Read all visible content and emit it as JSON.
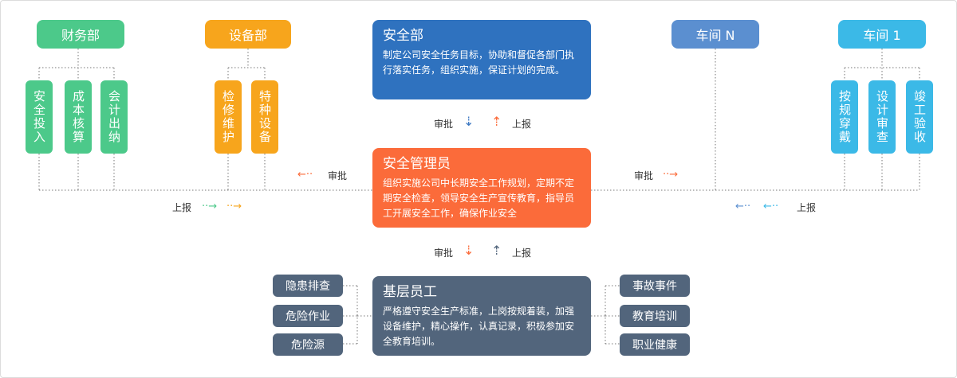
{
  "top": {
    "finance": {
      "title": "财务部",
      "items": [
        "安全投入",
        "成本核算",
        "会计出纳"
      ]
    },
    "equipment": {
      "title": "设备部",
      "items": [
        "检修维护",
        "特种设备"
      ]
    },
    "workshop_n": {
      "title": "车间 N"
    },
    "workshop_1": {
      "title": "车间 1",
      "items": [
        "按规穿戴",
        "设计审查",
        "竣工验收"
      ]
    }
  },
  "cards": {
    "safety_dept": {
      "title": "安全部",
      "desc": "制定公司安全任务目标，协助和督促各部门执行落实任务，组织实施，保证计划的完成。"
    },
    "safety_manager": {
      "title": "安全管理员",
      "desc": "组织实施公司中长期安全工作规划，定期不定期安全检查，领导安全生产宣传教育，指导员工开展安全工作，确保作业安全"
    },
    "staff": {
      "title": "基层员工",
      "desc": "严格遵守安全生产标准，上岗按规着装，加强设备维护，精心操作，认真记录，积极参加安全教育培训。"
    }
  },
  "labels": {
    "approve": "审批",
    "report": "上报"
  },
  "left_tags": [
    "隐患排查",
    "危险作业",
    "危险源"
  ],
  "right_tags": [
    "事故事件",
    "教育培训",
    "职业健康"
  ],
  "colors": {
    "green": "#4cc98a",
    "orange": "#f7a51c",
    "sky_blue": "#3bb9e7",
    "slate_blue": "#5b8fd0",
    "card_blue": "#2f72bf",
    "card_red": "#fb6b3a",
    "card_slate": "#52657c",
    "connector_line": "#6f6f6f",
    "connector_dotted_accent": "#3a9fd8"
  }
}
